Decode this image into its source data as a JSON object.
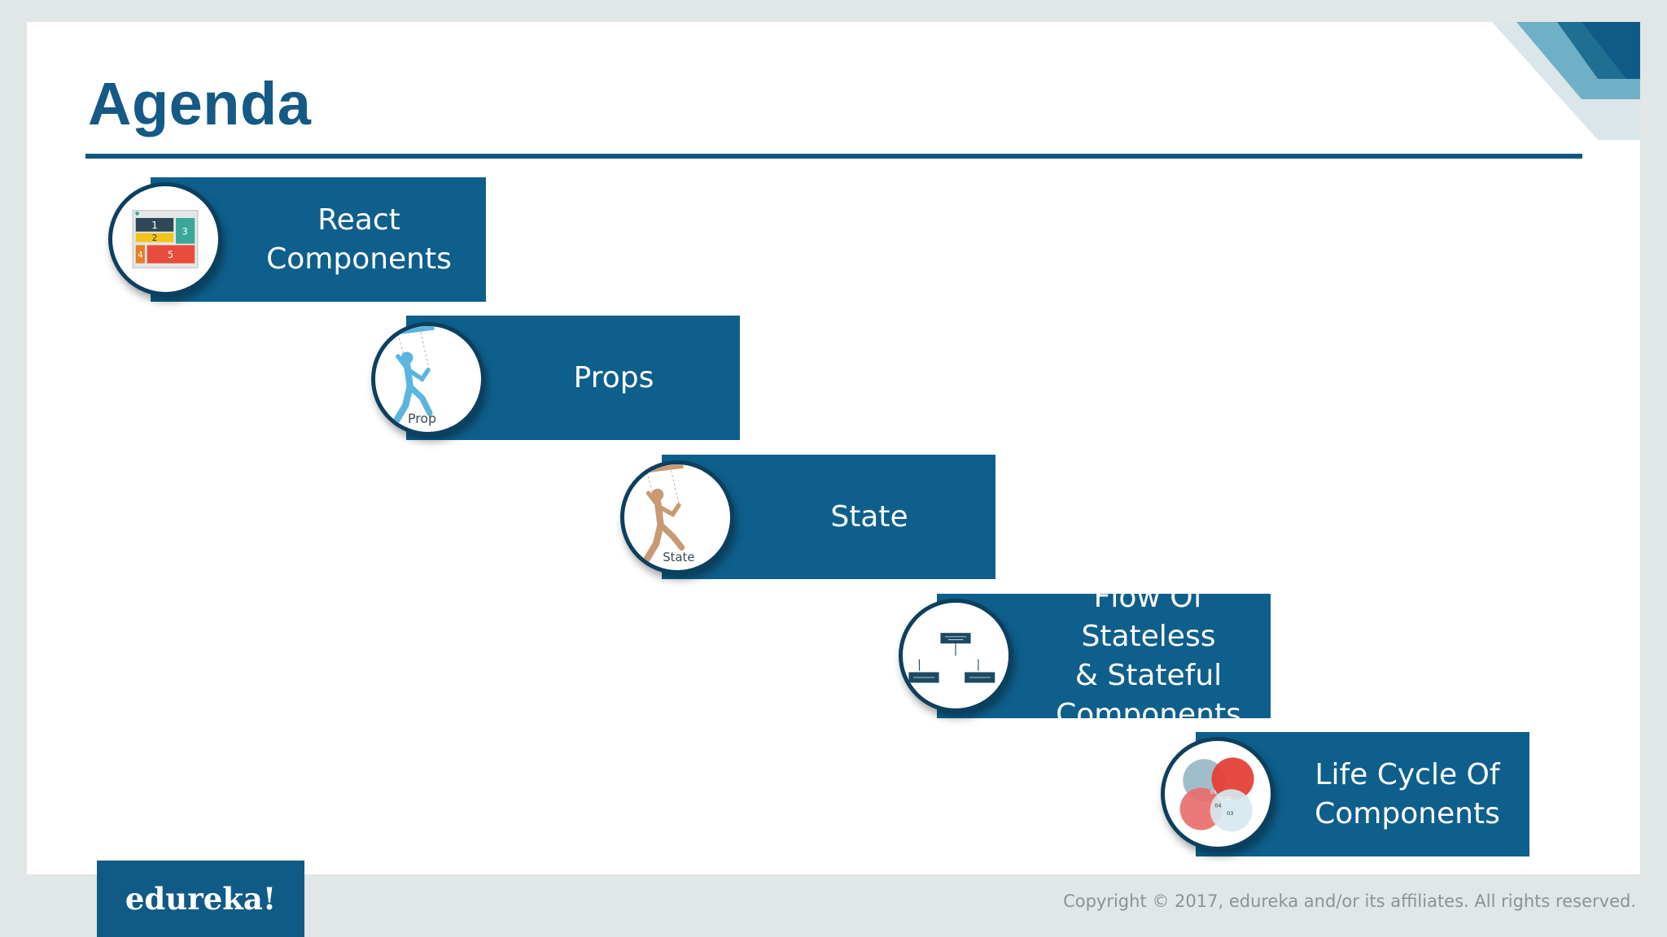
{
  "slide": {
    "title": "Agenda",
    "accent_color": "#0e5f8c",
    "items": [
      {
        "label": "React\nComponents",
        "icon": "component-layout-icon"
      },
      {
        "label": "Props",
        "icon": "puppet-props-icon",
        "icon_caption": "Prop"
      },
      {
        "label": "State",
        "icon": "puppet-state-icon",
        "icon_caption": "State"
      },
      {
        "label": "Flow Of Stateless\n& Stateful\nComponents",
        "icon": "component-tree-icon"
      },
      {
        "label": "Life Cycle Of\nComponents",
        "icon": "lifecycle-venn-icon"
      }
    ]
  },
  "footer": {
    "brand": "edureka!",
    "copyright": "Copyright © 2017, edureka and/or its affiliates. All rights reserved."
  }
}
